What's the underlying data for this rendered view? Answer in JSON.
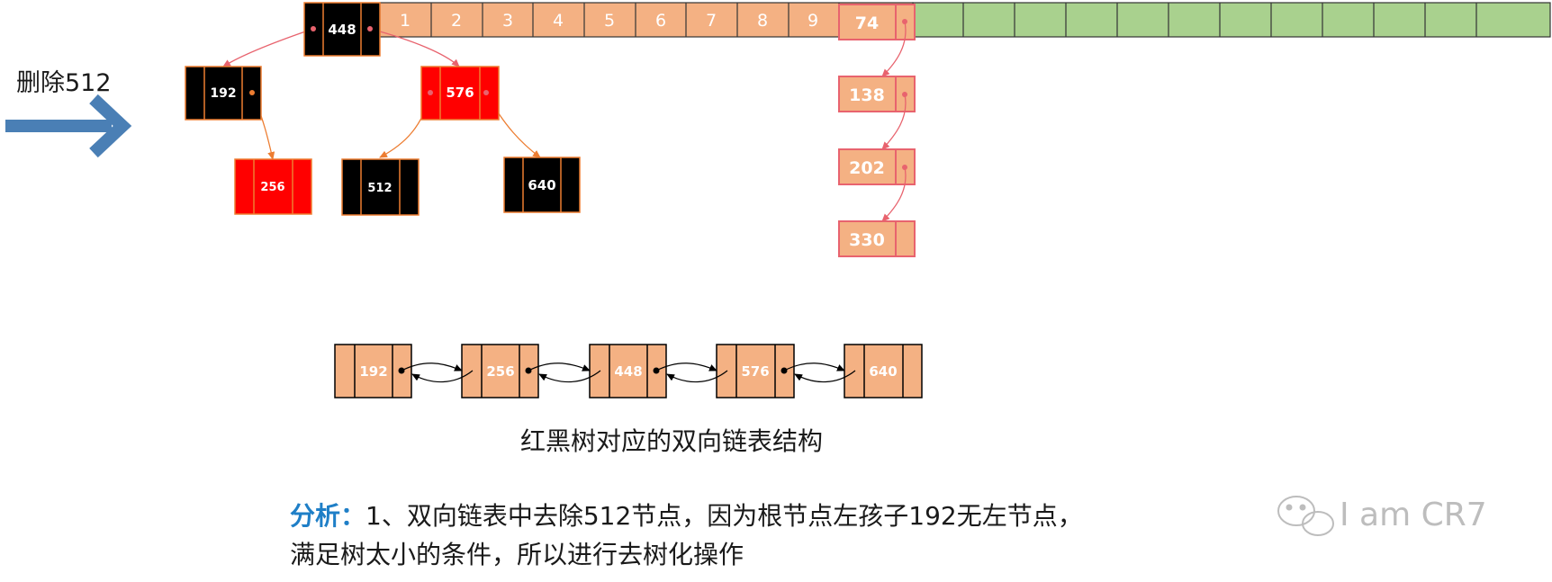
{
  "delete_label": "删除512",
  "bucket_array": {
    "cells": [
      "1",
      "2",
      "3",
      "4",
      "5",
      "6",
      "7",
      "8",
      "9"
    ],
    "colors": {
      "filled": "#f4b183",
      "empty": "#a9d18e",
      "border": "#333333"
    }
  },
  "tree": {
    "root": {
      "label": "448",
      "color": "black"
    },
    "nodes": [
      {
        "id": "n192",
        "label": "192",
        "color": "black"
      },
      {
        "id": "n576",
        "label": "576",
        "color": "red"
      },
      {
        "id": "n256",
        "label": "256",
        "color": "red"
      },
      {
        "id": "n512",
        "label": "512",
        "color": "black"
      },
      {
        "id": "n640",
        "label": "640",
        "color": "black"
      }
    ],
    "colors": {
      "black": "#000000",
      "red": "#ff0000",
      "edge": "#ed7d31"
    }
  },
  "bucket_chain": {
    "head": "74",
    "items": [
      "138",
      "202",
      "330"
    ],
    "colors": {
      "fill": "#f4b183",
      "border": "#e8636e",
      "arrow": "#e8636e"
    }
  },
  "linked_list": {
    "items": [
      "192",
      "256",
      "448",
      "576",
      "640"
    ],
    "caption": "红黑树对应的双向链表结构"
  },
  "analysis": {
    "label": "分析：",
    "line1": "1、双向链表中去除512节点，因为根节点左孩子192无左节点，",
    "line2": "满足树太小的条件，所以进行去树化操作"
  },
  "watermark": "I am CR7"
}
